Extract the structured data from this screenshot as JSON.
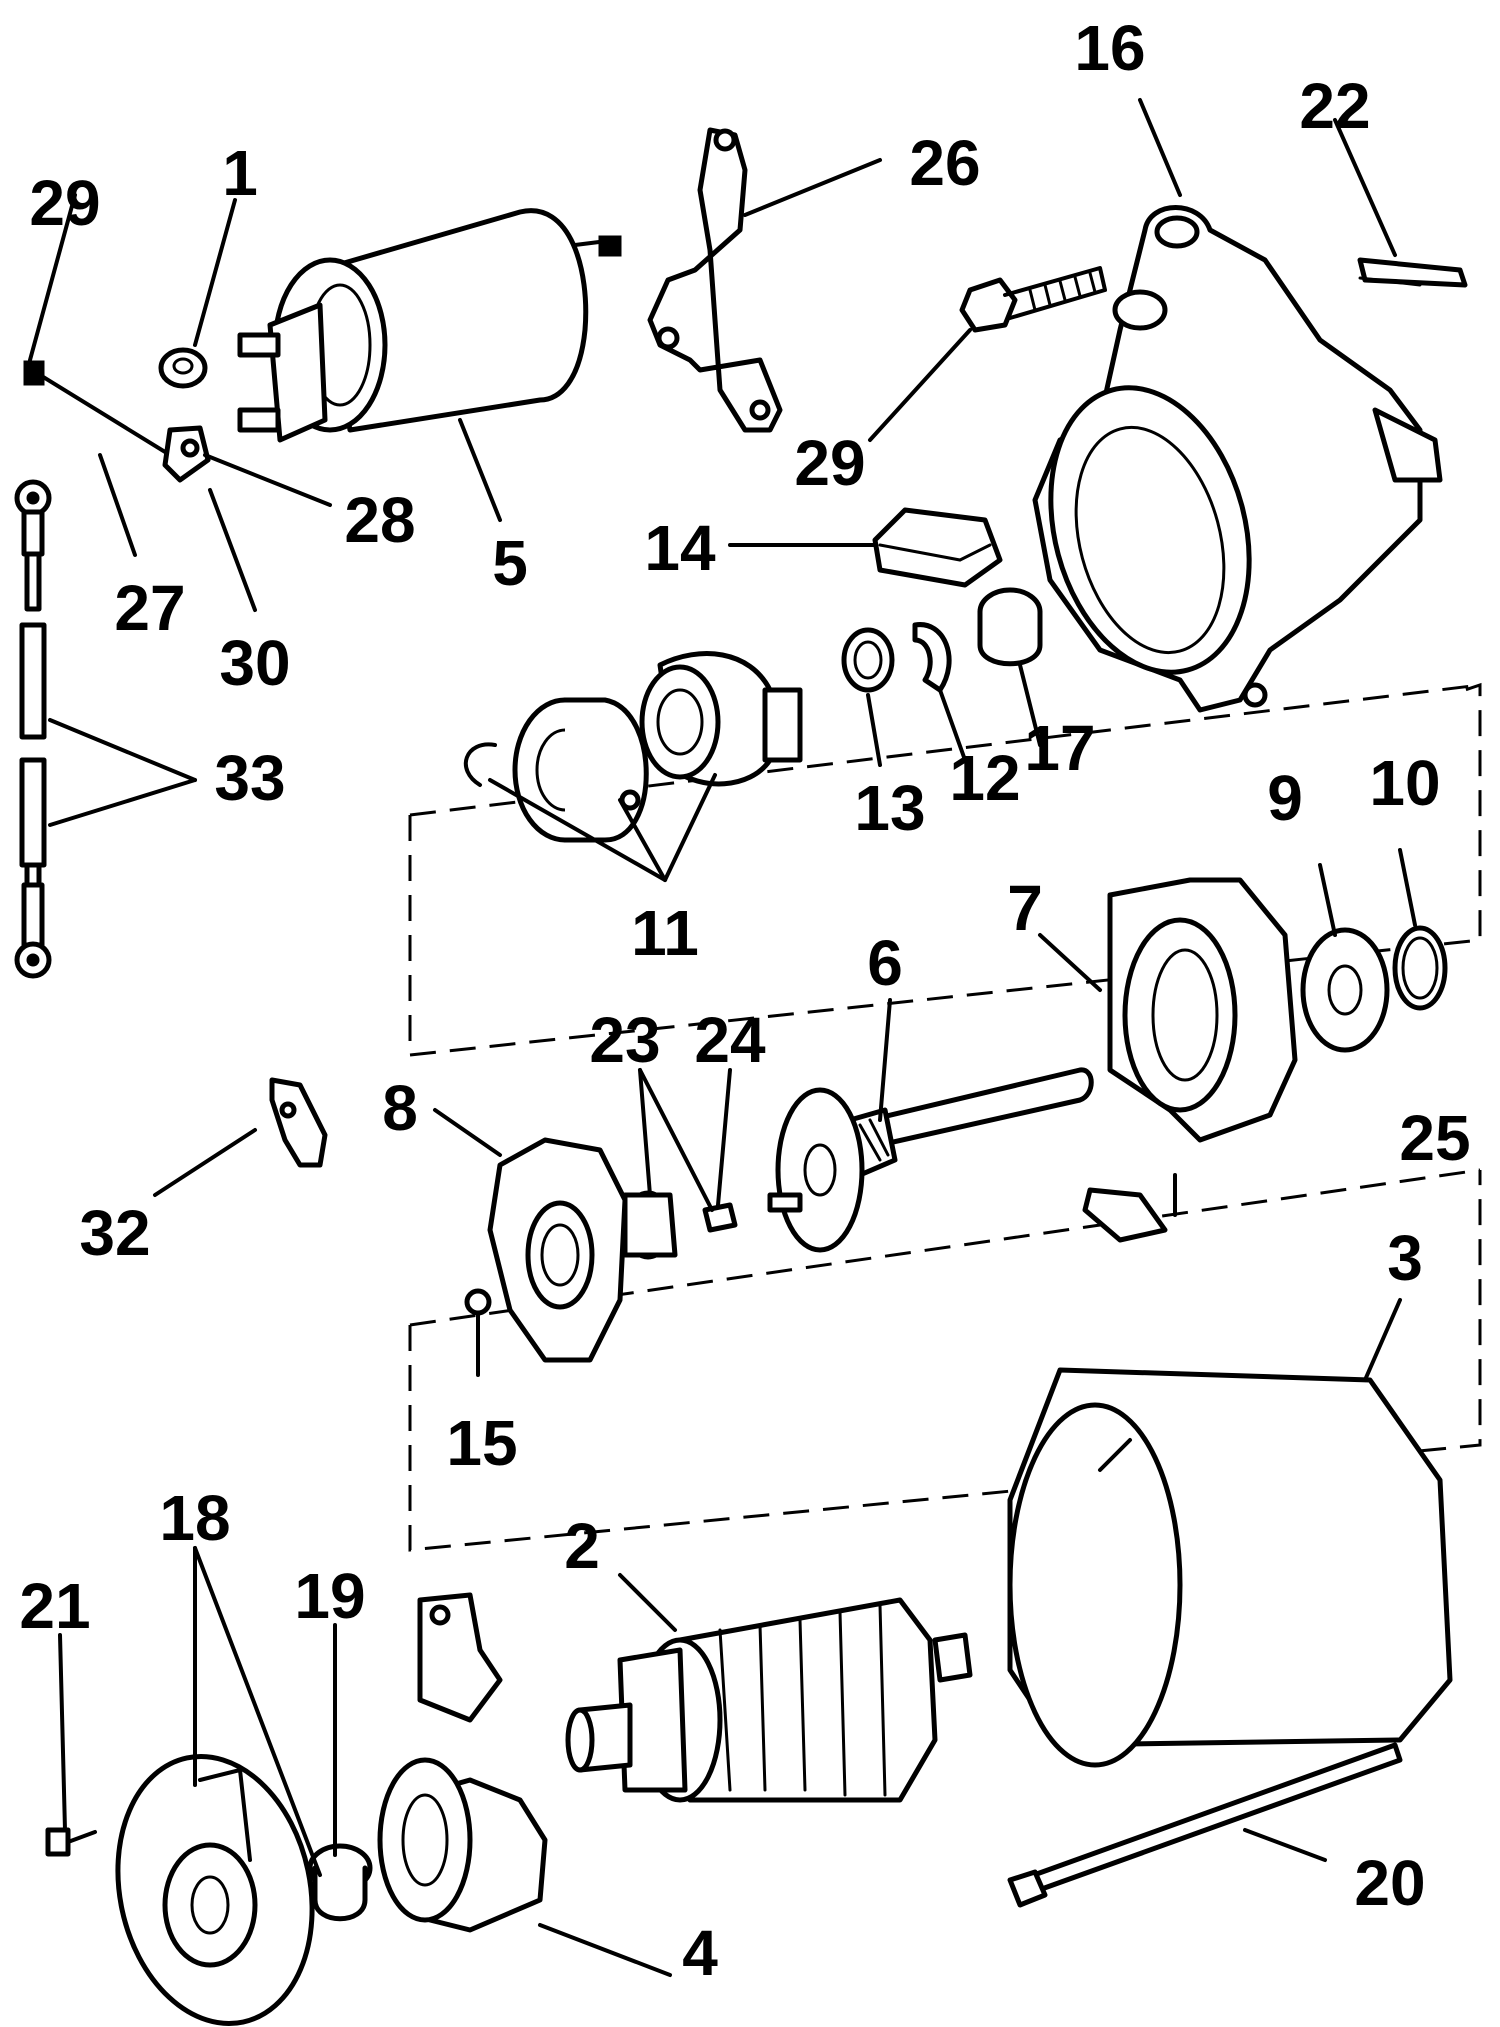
{
  "callouts": [
    {
      "id": "c29a",
      "label": "29"
    },
    {
      "id": "c1",
      "label": "1"
    },
    {
      "id": "c26",
      "label": "26"
    },
    {
      "id": "c16",
      "label": "16"
    },
    {
      "id": "c22",
      "label": "22"
    },
    {
      "id": "c29b",
      "label": "29"
    },
    {
      "id": "c28",
      "label": "28"
    },
    {
      "id": "c5",
      "label": "5"
    },
    {
      "id": "c27",
      "label": "27"
    },
    {
      "id": "c30",
      "label": "30"
    },
    {
      "id": "c14",
      "label": "14"
    },
    {
      "id": "c33",
      "label": "33"
    },
    {
      "id": "c13",
      "label": "13"
    },
    {
      "id": "c12",
      "label": "12"
    },
    {
      "id": "c17",
      "label": "17"
    },
    {
      "id": "c9",
      "label": "9"
    },
    {
      "id": "c10",
      "label": "10"
    },
    {
      "id": "c11",
      "label": "11"
    },
    {
      "id": "c7",
      "label": "7"
    },
    {
      "id": "c6",
      "label": "6"
    },
    {
      "id": "c23",
      "label": "23"
    },
    {
      "id": "c24",
      "label": "24"
    },
    {
      "id": "c8",
      "label": "8"
    },
    {
      "id": "c25",
      "label": "25"
    },
    {
      "id": "c32",
      "label": "32"
    },
    {
      "id": "c3",
      "label": "3"
    },
    {
      "id": "c15",
      "label": "15"
    },
    {
      "id": "c18",
      "label": "18"
    },
    {
      "id": "c2",
      "label": "2"
    },
    {
      "id": "c21",
      "label": "21"
    },
    {
      "id": "c19",
      "label": "19"
    },
    {
      "id": "c20",
      "label": "20"
    },
    {
      "id": "c4",
      "label": "4"
    }
  ]
}
